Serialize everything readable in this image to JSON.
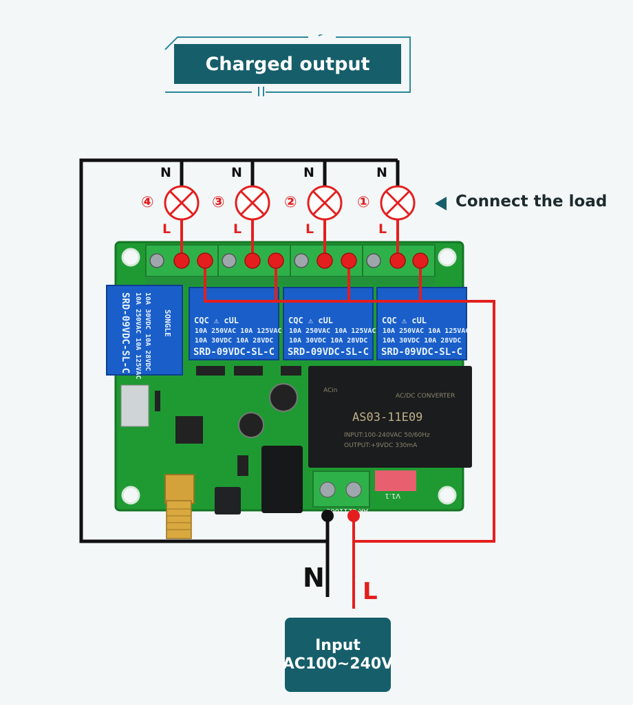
{
  "title": "Charged output",
  "load_label": "Connect the load",
  "neutral_short": "N",
  "live_short": "L",
  "loads": [
    {
      "number": "④"
    },
    {
      "number": "③"
    },
    {
      "number": "②"
    },
    {
      "number": "①"
    }
  ],
  "relay_model": "SRD-09VDC-SL-C",
  "relay_rating_1": "10A 250VAC 10A 125VAC",
  "relay_rating_2": "10A 30VDC 10A 28VDC",
  "relay_brand": "SONGLE",
  "module_model": "AS03-11E09",
  "board_id": "AK-C211008",
  "board_version": "V1.1",
  "input": {
    "line1": "Input",
    "line2": "AC100~240V"
  },
  "colors": {
    "teal": "#155e6a",
    "live": "#e41e1e",
    "neutral": "#111111",
    "pcb": "#1f9a33",
    "relay": "#1a5ec9"
  }
}
